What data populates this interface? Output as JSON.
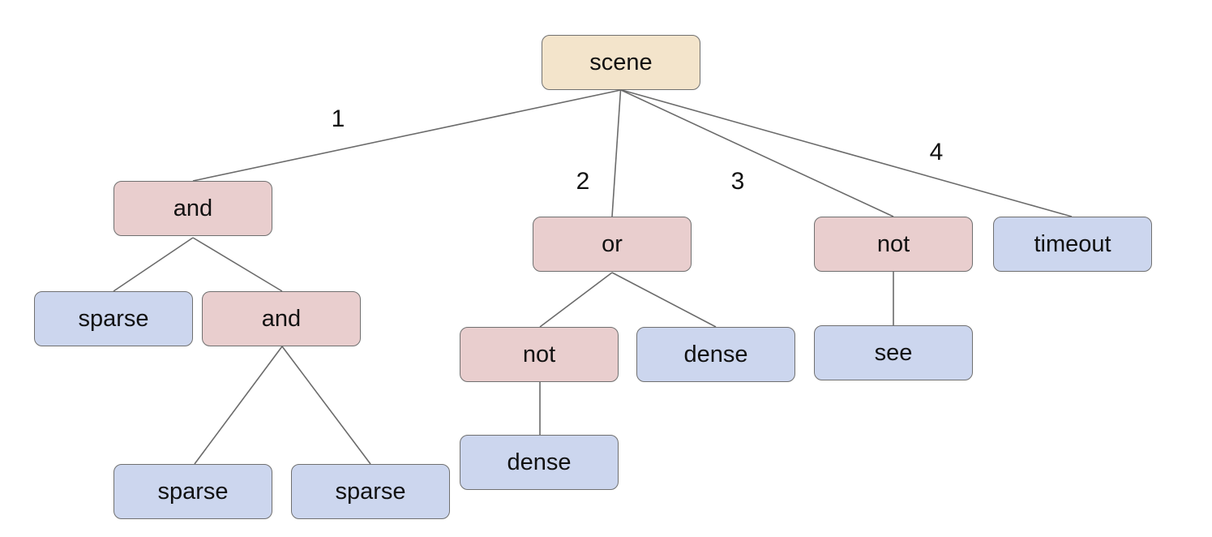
{
  "diagram": {
    "type": "tree",
    "colors": {
      "root_fill": "#f3e4cb",
      "operator_fill": "#e9cece",
      "leaf_fill": "#ccd6ee",
      "border": "#707070",
      "edge": "#6b6b6b",
      "text": "#111111",
      "background": "#ffffff"
    },
    "nodes": [
      {
        "id": "scene",
        "label": "scene",
        "kind": "root"
      },
      {
        "id": "and-1",
        "label": "and",
        "kind": "operator"
      },
      {
        "id": "or-1",
        "label": "or",
        "kind": "operator"
      },
      {
        "id": "not-1",
        "label": "not",
        "kind": "operator"
      },
      {
        "id": "timeout-1",
        "label": "timeout",
        "kind": "leaf"
      },
      {
        "id": "sparse-1",
        "label": "sparse",
        "kind": "leaf"
      },
      {
        "id": "and-2",
        "label": "and",
        "kind": "operator"
      },
      {
        "id": "not-2",
        "label": "not",
        "kind": "operator"
      },
      {
        "id": "dense-1",
        "label": "dense",
        "kind": "leaf"
      },
      {
        "id": "see-1",
        "label": "see",
        "kind": "leaf"
      },
      {
        "id": "sparse-2",
        "label": "sparse",
        "kind": "leaf"
      },
      {
        "id": "sparse-3",
        "label": "sparse",
        "kind": "leaf"
      },
      {
        "id": "dense-2",
        "label": "dense",
        "kind": "leaf"
      }
    ],
    "edges": [
      {
        "from": "scene",
        "to": "and-1",
        "label": "1"
      },
      {
        "from": "scene",
        "to": "or-1",
        "label": "2"
      },
      {
        "from": "scene",
        "to": "not-1",
        "label": "3"
      },
      {
        "from": "scene",
        "to": "timeout-1",
        "label": "4"
      },
      {
        "from": "and-1",
        "to": "sparse-1",
        "label": ""
      },
      {
        "from": "and-1",
        "to": "and-2",
        "label": ""
      },
      {
        "from": "and-2",
        "to": "sparse-2",
        "label": ""
      },
      {
        "from": "and-2",
        "to": "sparse-3",
        "label": ""
      },
      {
        "from": "or-1",
        "to": "not-2",
        "label": ""
      },
      {
        "from": "or-1",
        "to": "dense-1",
        "label": ""
      },
      {
        "from": "not-2",
        "to": "dense-2",
        "label": ""
      },
      {
        "from": "not-1",
        "to": "see-1",
        "label": ""
      }
    ]
  }
}
